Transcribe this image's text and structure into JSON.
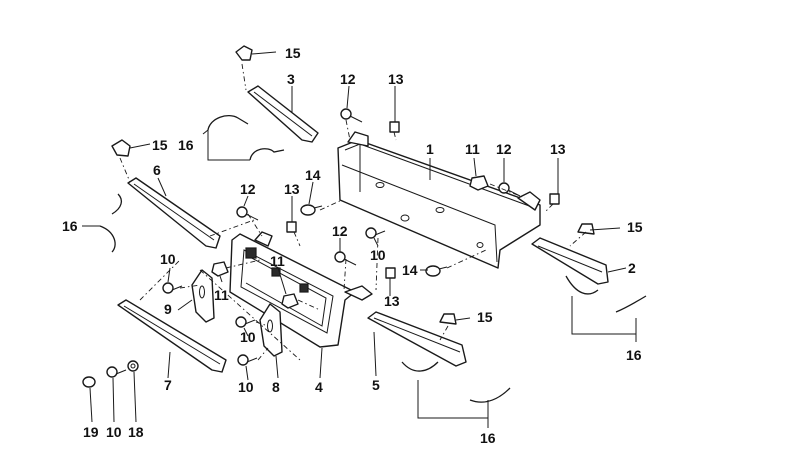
{
  "callouts": {
    "c1": "1",
    "c2": "2",
    "c3": "3",
    "c4": "4",
    "c5": "5",
    "c6": "6",
    "c7": "7",
    "c8": "8",
    "c9": "9",
    "c10a": "10",
    "c10b": "10",
    "c10c": "10",
    "c10d": "10",
    "c10e": "10",
    "c11a": "11",
    "c11b": "11",
    "c11c": "11",
    "c12a": "12",
    "c12b": "12",
    "c12c": "12",
    "c12d": "12",
    "c13a": "13",
    "c13b": "13",
    "c13c": "13",
    "c13d": "13",
    "c14a": "14",
    "c14b": "14",
    "c15a": "15",
    "c15b": "15",
    "c15c": "15",
    "c15d": "15",
    "c16a": "16",
    "c16b": "16",
    "c16c": "16",
    "c16d": "16",
    "c18": "18",
    "c19": "19"
  }
}
